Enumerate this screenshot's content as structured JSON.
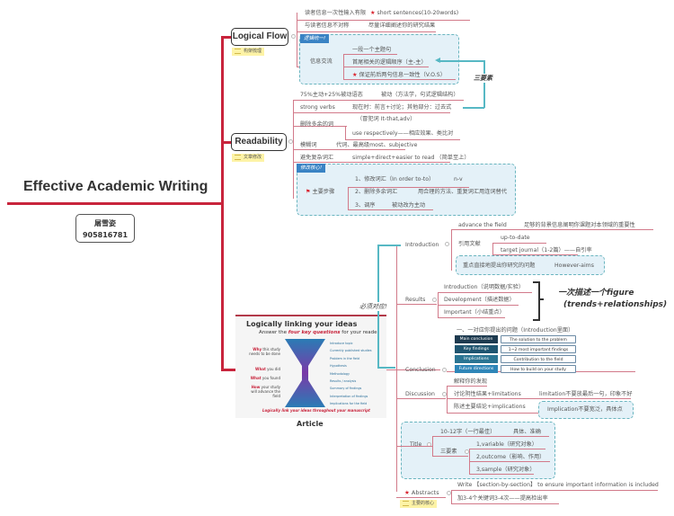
{
  "root": {
    "title": "Effective Academic Writing",
    "author_name": "屠雪姿",
    "author_id": "905816781"
  },
  "logical_flow": {
    "label": "Logical Flow",
    "note": "构架梳理",
    "items": [
      {
        "text": "读者信息一次性输入有限",
        "child": "short sentences(10-20words)",
        "starred": true
      },
      {
        "text": "与读者信息不对称",
        "child": "尽量详细阐述你的研究结果"
      }
    ],
    "tag": "逻辑统一!",
    "info_exchange": {
      "label": "信息交流",
      "children": [
        "一段一个主题句",
        "首尾相关的逻辑顺序（主-主）",
        "保证前后两句信息一致性（V.O.S）"
      ],
      "starred_index": 2
    },
    "annotation": "三要素"
  },
  "readability": {
    "label": "Readability",
    "note": "文章修改",
    "items": [
      {
        "text": "75%主动+25%被动语态",
        "child": "被动（方法学，句式逻辑结构）"
      },
      {
        "text": "strong verbs",
        "child": "现在时：前言+讨论；其他部分：过去式"
      },
      {
        "text": "删除多余的词",
        "children": [
          "（冒犯词 It-that,adv）",
          "use respectively——相应效果、类比对"
        ]
      },
      {
        "text": "模糊词",
        "child": "代词、最高级most、subjective"
      },
      {
        "text": "避免复杂词汇",
        "child": "simple+direct+easier to read （简单至上）"
      }
    ],
    "tag": "修改核心!",
    "steps": {
      "label": "主要步骤",
      "children": [
        {
          "text": "1、修改词汇（In order to-to）",
          "child": "n-v"
        },
        {
          "text": "2、删除多余词汇",
          "child": "用合理的方法、重复词汇用连词替代"
        },
        {
          "text": "3、调序",
          "child": "被动改为主动"
        }
      ]
    }
  },
  "article": {
    "label": "Article",
    "note": "主要的核心",
    "annotation": "必须对应!",
    "image": {
      "title": "Logically linking your ideas",
      "subtitle_pre": "Answer the ",
      "subtitle_em": "four key questions",
      "subtitle_post": " for your reader",
      "questions": [
        {
          "em": "Why",
          "rest": " this study needs to be done"
        },
        {
          "em": "What",
          "rest": " you did"
        },
        {
          "em": "What",
          "rest": " you found"
        },
        {
          "em": "How",
          "rest": " your study will advance the field"
        }
      ],
      "steps": [
        "Introduce topic",
        "Currently published studies",
        "Problem in the field",
        "Hypothesis",
        "Methodology",
        "Results / analysis",
        "Summary of findings",
        "Interpretation of findings",
        "Implications for the field"
      ],
      "footer": "Logically link your ideas throughout your manuscript"
    },
    "introduction": {
      "label": "Introduction",
      "items": [
        {
          "text": "advance the field",
          "child": "足够的背景信息阐明你课题对本领域的重要性"
        },
        {
          "text": "引用文献",
          "children": [
            "up-to-date",
            "target journal（1-2篇）——自引率"
          ]
        },
        {
          "text": "重点直接地提出你研究的问题",
          "child": "However-aims"
        }
      ]
    },
    "results": {
      "label": "Results",
      "items": [
        "Introduction（说明数据/实验）",
        "Development（描述数据）",
        "Important（小结重点）"
      ],
      "annotation_line1": "一次描述一个figure",
      "annotation_line2": "(trends+relationships)"
    },
    "conclusion": {
      "label": "Conclusion",
      "heading": "一、一对应你提出的问题（Introduction里面）",
      "rows": [
        {
          "left": "Main conclusion",
          "right": "The solution to the problem",
          "color": "#1d3a4f"
        },
        {
          "left": "Key findings",
          "right": "1~2 most important findings",
          "color": "#1f5570"
        },
        {
          "left": "Implications",
          "right": "Contribution to the field",
          "color": "#2b7593"
        },
        {
          "left": "Future directions",
          "right": "How to build on your study",
          "color": "#2f86b8"
        }
      ]
    },
    "discussion": {
      "label": "Discussion",
      "items": [
        {
          "text": "解释你的发现"
        },
        {
          "text": "讨论阴性结果+limitations",
          "child": "limitation不要放最后一句，印象不好"
        },
        {
          "text": "陈述主要结论+implications",
          "child": "Implication不要宽泛，具体点"
        }
      ]
    },
    "title": {
      "label": "Title",
      "items": [
        {
          "text": "10-12字（一行最佳）",
          "child": "具体、准确"
        },
        {
          "text": "三要素",
          "children": [
            "1,variable（研究对象）",
            "2,outcome（影响、作用）",
            "3,sample（研究对象）"
          ]
        }
      ]
    },
    "abstracts": {
      "label": "Abstracts",
      "starred": true,
      "items": [
        "Write 【section-by-section】 to ensure important information is included",
        "加3-4个关键词3-4次——提高检出率"
      ]
    }
  },
  "colors": {
    "branch": "#c8243c",
    "sub_branch": "#d27a8a",
    "teal": "#57b8c4",
    "box_fill": "#e4f1f8",
    "tag_blue": "#3a83c4",
    "note_yellow": "#fdf3a6",
    "star_red": "#d9232e"
  }
}
